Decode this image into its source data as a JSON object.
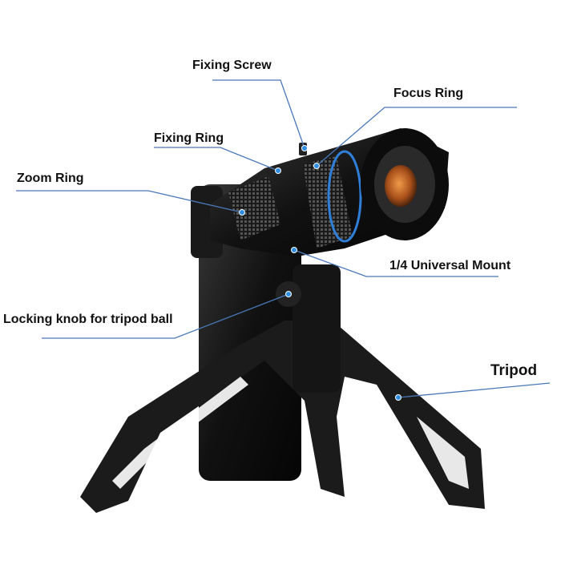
{
  "title": "Telephoto lens kit parts diagram",
  "labels": {
    "fixing_screw": "Fixing Screw",
    "focus_ring": "Focus Ring",
    "fixing_ring": "Fixing Ring",
    "zoom_ring": "Zoom Ring",
    "universal_mount": "1/4 Universal Mount",
    "locking_knob": "Locking knob for tripod ball",
    "tripod": "Tripod"
  },
  "colors": {
    "leader": "#4a78b8",
    "dot": "#2f8ee0",
    "body": "#141414",
    "lens_glass": "#c8621c"
  }
}
